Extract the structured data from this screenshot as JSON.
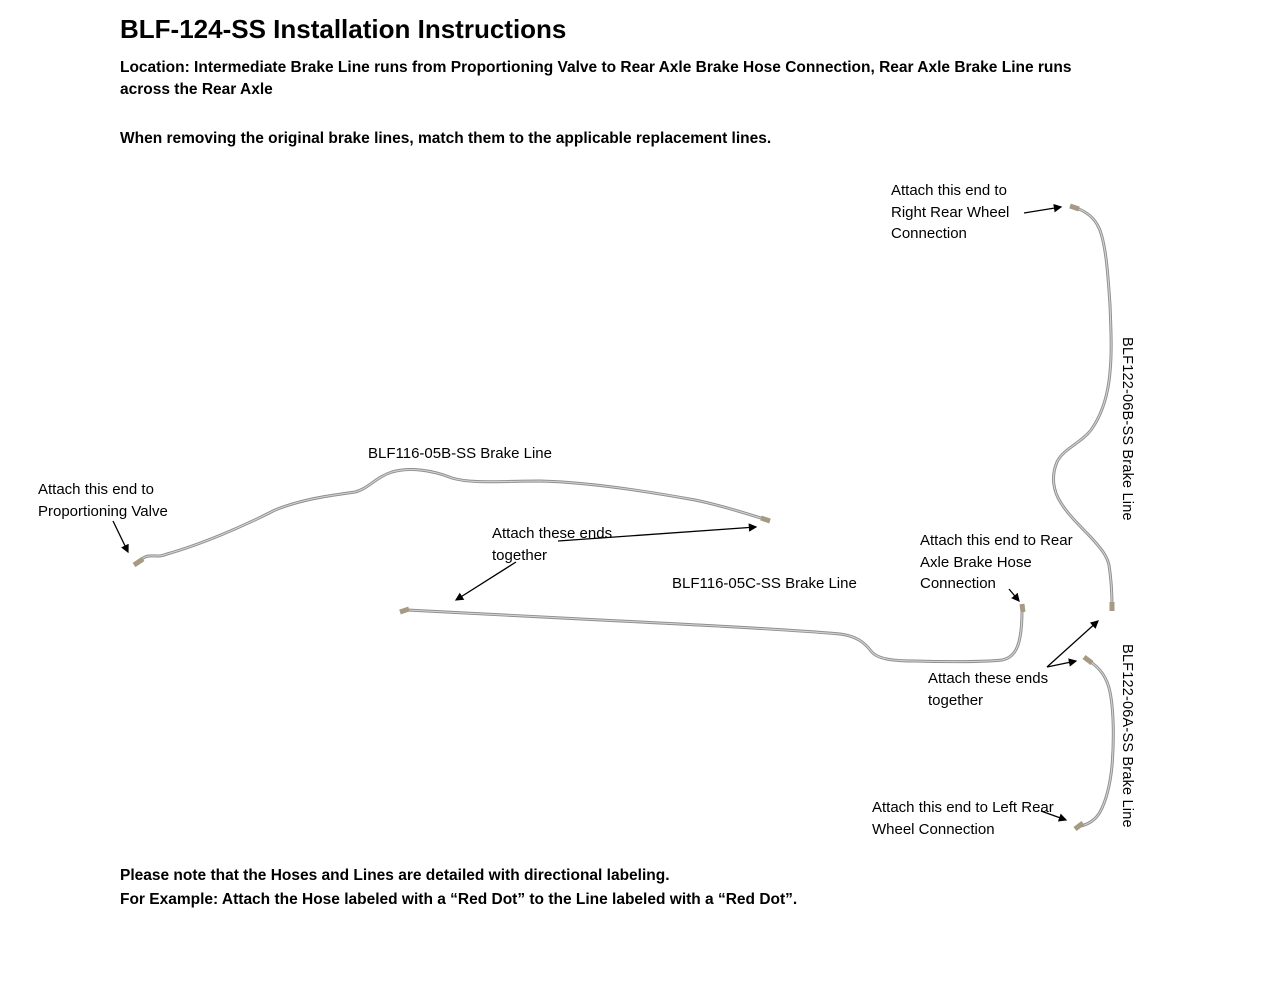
{
  "header": {
    "title": "BLF-124-SS Installation Instructions",
    "location": "Location: Intermediate Brake Line runs from Proportioning Valve to Rear Axle Brake Hose Connection, Rear Axle Brake Line runs across the Rear Axle",
    "note": "When removing the original brake lines, match them to the applicable replacement lines."
  },
  "diagram": {
    "labels": {
      "attach_right_rear": "Attach this end to Right Rear Wheel Connection",
      "attach_prop_valve": "Attach this end to Proportioning Valve",
      "line_05b": "BLF116-05B-SS Brake Line",
      "attach_together_mid": "Attach these ends together",
      "line_05c": "BLF116-05C-SS Brake Line",
      "attach_rear_axle_hose": "Attach this end to Rear Axle Brake Hose Connection",
      "attach_together_right": "Attach these ends together",
      "line_06b_vertical": "BLF122-06B-SS Brake Line",
      "line_06a_vertical": "BLF122-06A-SS Brake Line",
      "attach_left_rear": "Attach this end to Left Rear Wheel Connection"
    },
    "colors": {
      "brake_line": "#8f8f8f",
      "brake_line_highlight": "#d4d4d4",
      "fitting": "#a79a83",
      "arrow": "#000000"
    }
  },
  "footer": {
    "note1": "Please note that the Hoses and Lines are detailed with directional labeling.",
    "note2": "For Example: Attach the Hose labeled with a “Red Dot” to the Line labeled with a “Red Dot”."
  }
}
